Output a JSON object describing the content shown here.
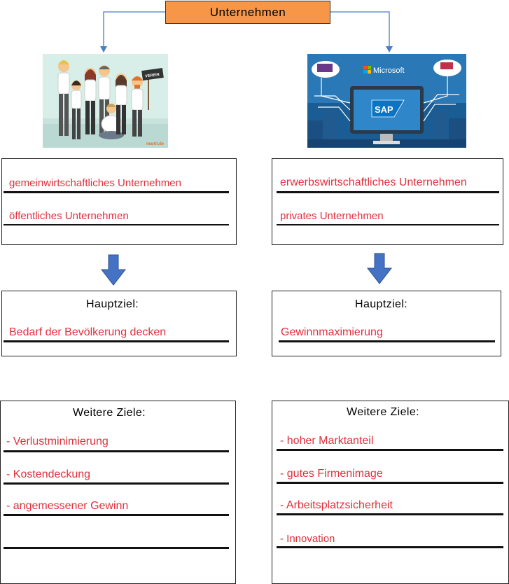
{
  "top": {
    "title": "Unternehmen"
  },
  "left": {
    "image": {
      "badge_text": "VEREIN",
      "watermark": "markt.de"
    },
    "types": [
      "gemeinwirtschaftliches Unternehmen",
      "öffentliches Unternehmen"
    ],
    "main_goal_heading": "Hauptziel:",
    "main_goal": "Bedarf der Bevölkerung decken",
    "more_goals_heading": "Weitere Ziele:",
    "more_goals": [
      "- Verlustminimierung",
      "- Kostendeckung",
      "- angemessener Gewinn",
      ""
    ]
  },
  "right": {
    "image": {
      "brand1": "Microsoft",
      "brand2": "SAP"
    },
    "types": [
      "erwerbswirtschaftliches Unternehmen",
      "privates Unternehmen"
    ],
    "main_goal_heading": "Hauptziel:",
    "main_goal": "Gewinnmaximierung",
    "more_goals_heading": "Weitere Ziele:",
    "more_goals": [
      "- hoher Marktanteil",
      "- gutes Firmenimage",
      "- Arbeitsplatzsicherheit",
      "- Innovation"
    ]
  },
  "colors": {
    "header": "#f79646",
    "answer": "#e0303c",
    "arrow": "#4472c4",
    "connector": "#4a7ec4"
  }
}
